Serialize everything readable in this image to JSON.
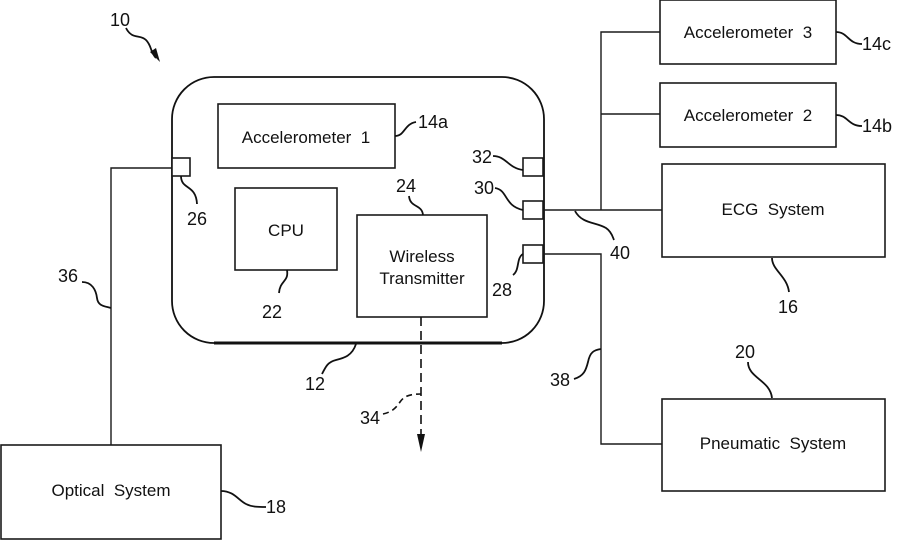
{
  "figure": {
    "system_ref": "10",
    "housing_ref": "12",
    "components": {
      "accelerometer_1": {
        "label": "Accelerometer  1",
        "ref": "14a"
      },
      "accelerometer_2": {
        "label": "Accelerometer  2",
        "ref": "14b"
      },
      "accelerometer_3": {
        "label": "Accelerometer  3",
        "ref": "14c"
      },
      "cpu": {
        "label": "CPU",
        "ref": "22"
      },
      "wireless_transmitter": {
        "label_line1": "Wireless",
        "label_line2": "Transmitter",
        "ref": "24"
      },
      "ecg_system": {
        "label": "ECG  System",
        "ref": "16"
      },
      "optical_system": {
        "label": "Optical  System",
        "ref": "18"
      },
      "pneumatic_system": {
        "label": "Pneumatic  System",
        "ref": "20"
      }
    },
    "ports": {
      "port_26": "26",
      "port_28": "28",
      "port_30": "30",
      "port_32": "32"
    },
    "connections": {
      "optical_line": "36",
      "pneumatic_line": "38",
      "ecg_accel_bus": "40",
      "wireless_signal": "34"
    }
  }
}
